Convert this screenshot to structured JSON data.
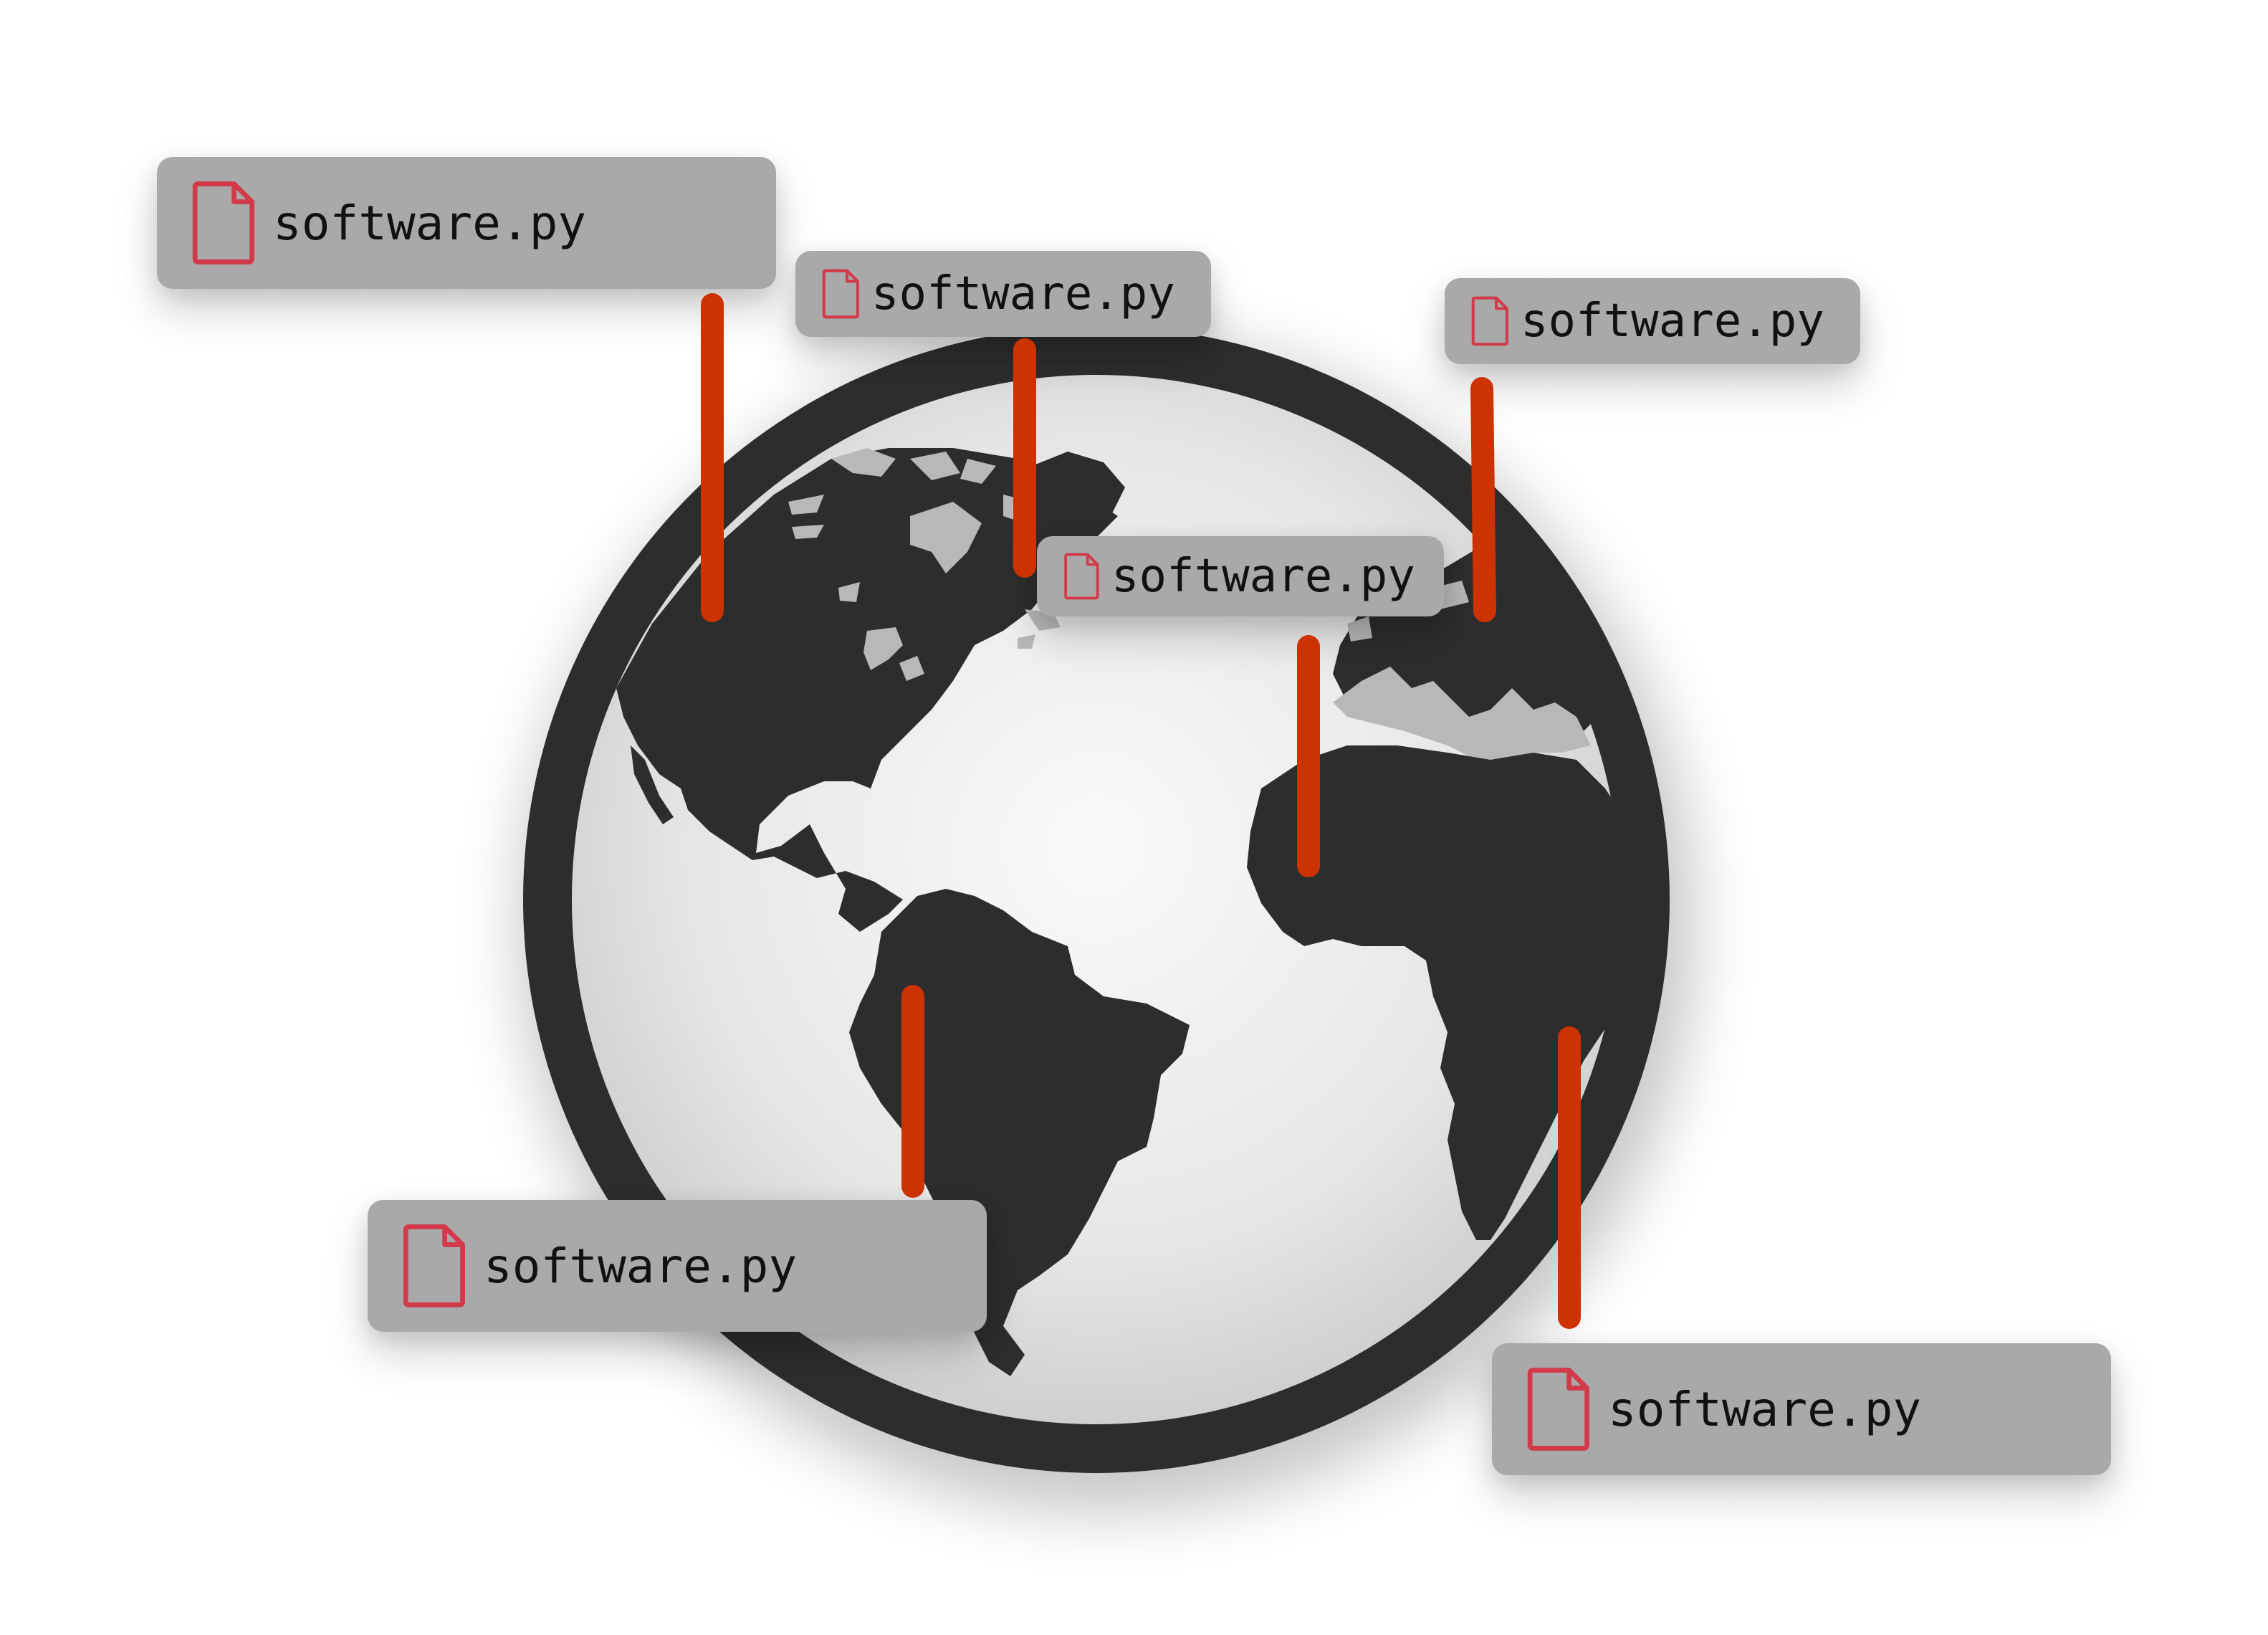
{
  "diagram": {
    "file_labels": [
      {
        "id": "top-left",
        "name": "software.py",
        "icon": "file-icon"
      },
      {
        "id": "top-center",
        "name": "software.py",
        "icon": "file-icon"
      },
      {
        "id": "top-right",
        "name": "software.py",
        "icon": "file-icon"
      },
      {
        "id": "center",
        "name": "software.py",
        "icon": "file-icon"
      },
      {
        "id": "bottom-left",
        "name": "software.py",
        "icon": "file-icon"
      },
      {
        "id": "bottom-right",
        "name": "software.py",
        "icon": "file-icon"
      }
    ],
    "globe": {
      "icon": "globe-icon"
    },
    "colors": {
      "globe": "#2d2d2d",
      "ocean": "#e8e8e8",
      "land_highlight": "#b8b8b8",
      "pin": "#cc3300",
      "label_background": "#a9a9a9",
      "file_icon": "#d23a4a",
      "text": "#111111"
    }
  }
}
